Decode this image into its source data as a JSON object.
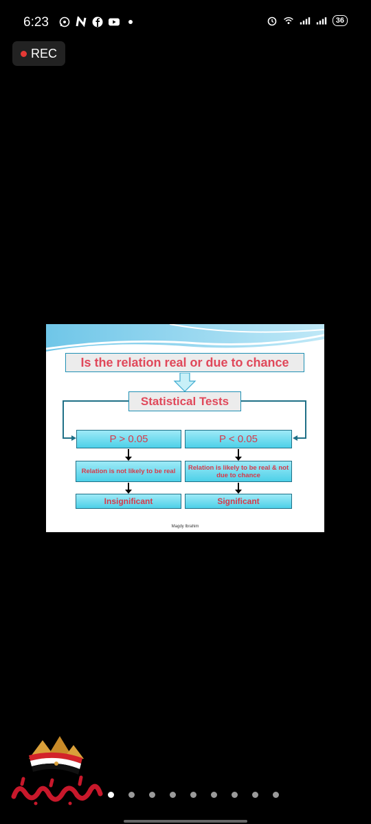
{
  "status_bar": {
    "time": "6:23",
    "battery": "36",
    "notification_icons": [
      "whatsapp-icon",
      "n-icon",
      "facebook-icon",
      "youtube-icon",
      "dot-icon"
    ],
    "system_icons": [
      "alarm-icon",
      "wifi-icon",
      "signal-icon",
      "signal-icon",
      "battery-icon"
    ]
  },
  "recording": {
    "label": "REC",
    "dot_color": "#e53935"
  },
  "slide": {
    "title": "Is the relation real or due to chance",
    "tests_label": "Statistical Tests",
    "left_branch": {
      "p_value": "P > 0.05",
      "relation": "Relation is not likely to be real",
      "result": "Insignificant"
    },
    "right_branch": {
      "p_value": "P < 0.05",
      "relation": "Relation is likely to be real & not due to chance",
      "result": "Significant"
    },
    "credit": "Magdy Ibrahim"
  },
  "watermark": {
    "logo_name": "hikaya-watan-logo",
    "text": "حكاية وطن"
  },
  "pager": {
    "count": 9,
    "active_index": 0
  },
  "colors": {
    "accent_text": "#e0485a",
    "box_fill": "#4dd0e8",
    "border": "#1d8fb3"
  }
}
